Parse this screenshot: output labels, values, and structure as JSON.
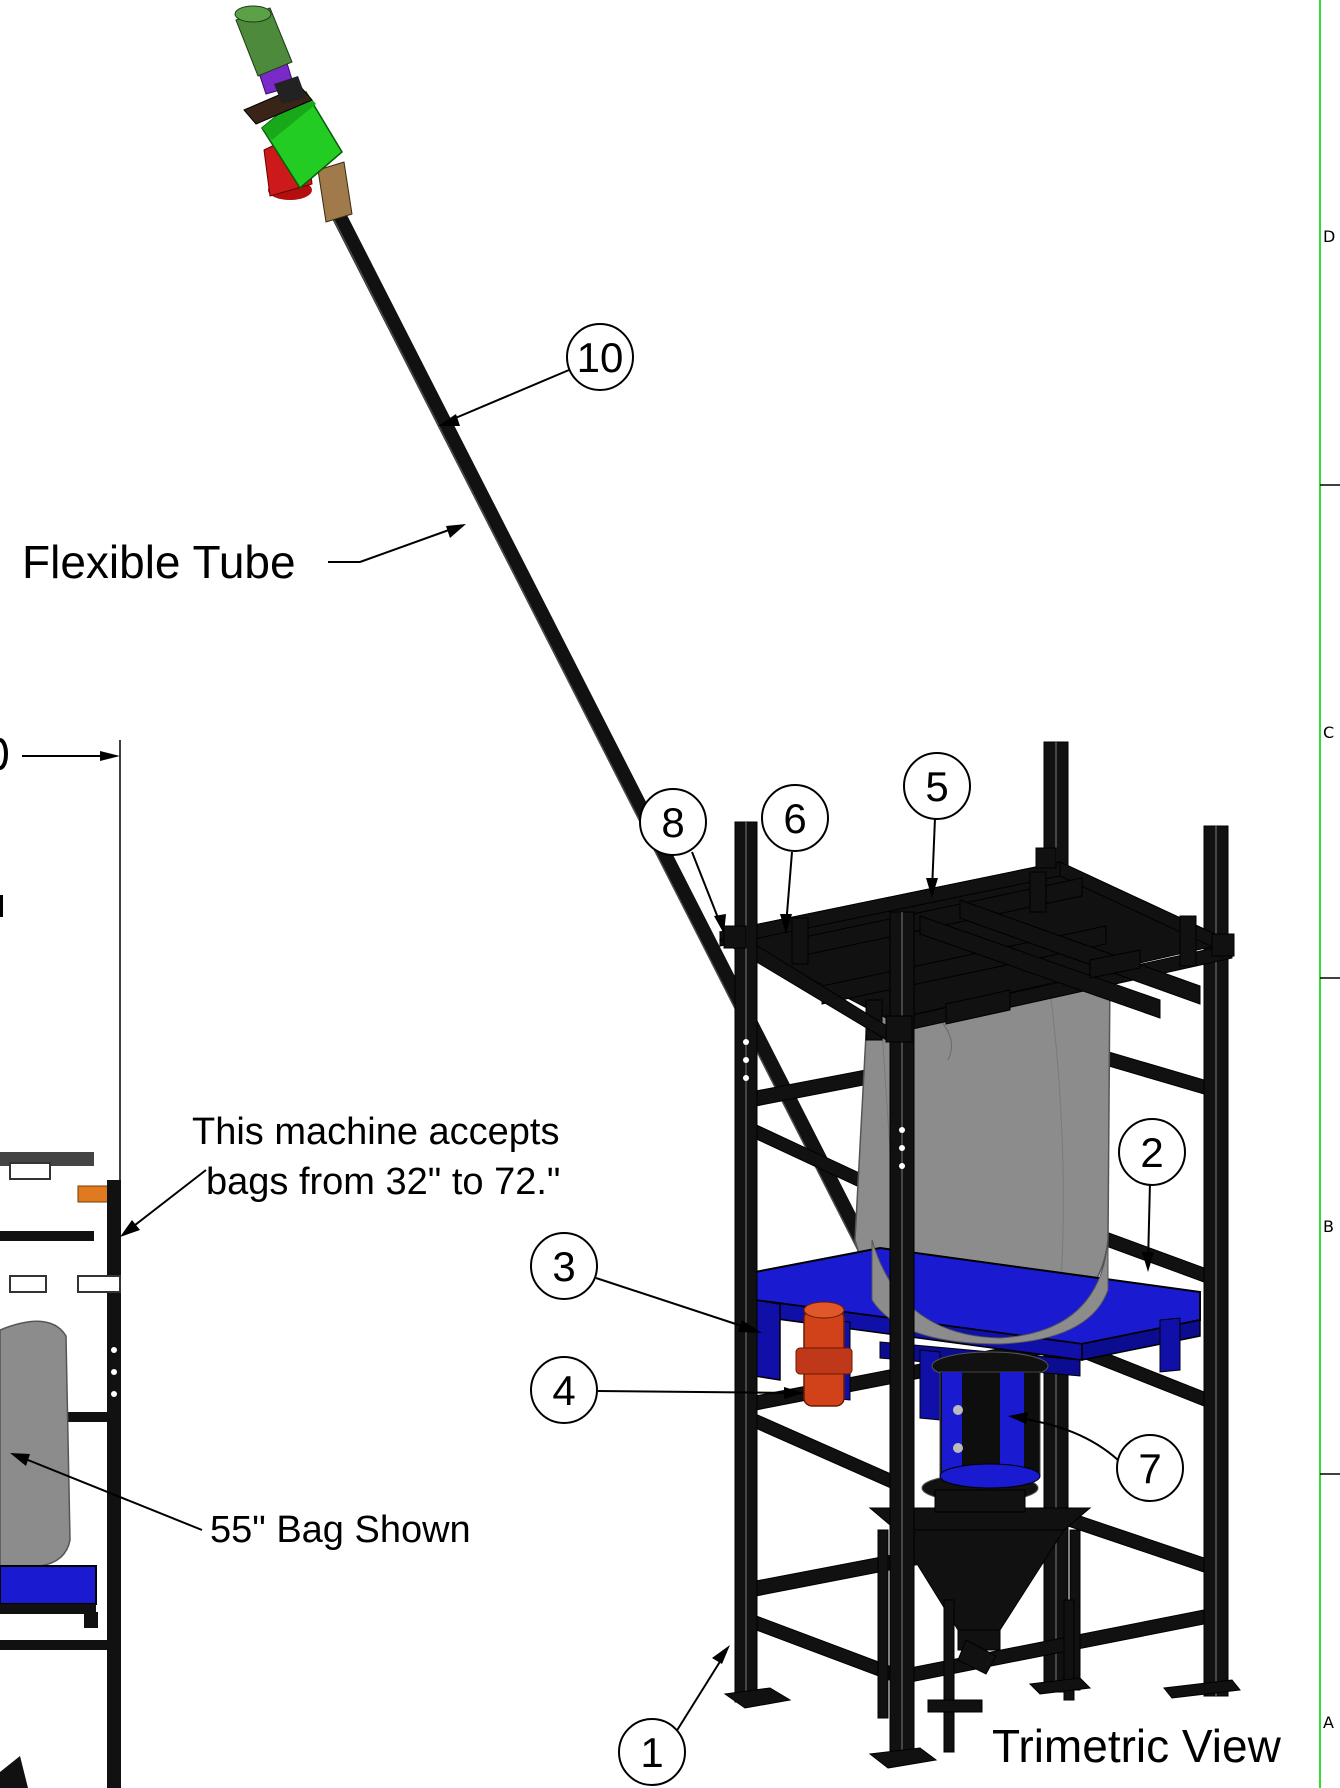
{
  "annotations": {
    "flexible_tube": "Flexible Tube",
    "bag_range_line1": "This machine accepts",
    "bag_range_line2": "bags from 32\" to 72.\"",
    "bag_shown": "55\" Bag Shown",
    "view_title": "Trimetric View"
  },
  "balloons": [
    {
      "number": "1",
      "part": "frame-base-foot"
    },
    {
      "number": "2",
      "part": "blue-bag-support-platform"
    },
    {
      "number": "3",
      "part": "platform-mount"
    },
    {
      "number": "4",
      "part": "orange-vibrator-motor"
    },
    {
      "number": "5",
      "part": "top-bag-hanger-frame"
    },
    {
      "number": "6",
      "part": "hanger-bracket"
    },
    {
      "number": "7",
      "part": "discharge-spout-collar"
    },
    {
      "number": "8",
      "part": "frame-clamp"
    },
    {
      "number": "10",
      "part": "flexible-tube-conveyor"
    }
  ],
  "border_zones": [
    "D",
    "C",
    "B",
    "A"
  ],
  "colors": {
    "frame": "#111111",
    "bag": "#8c8c8c",
    "platform": "#1a1ad0",
    "vibrator": "#d2421a",
    "border_line": "#33dd33",
    "motor_green": "#22cc22",
    "motor_dark_green": "#4d8a3c",
    "tube_tan": "#a07a4a",
    "hopper_red": "#cc1a1a",
    "gearbox_purple": "#7a2ac8"
  }
}
